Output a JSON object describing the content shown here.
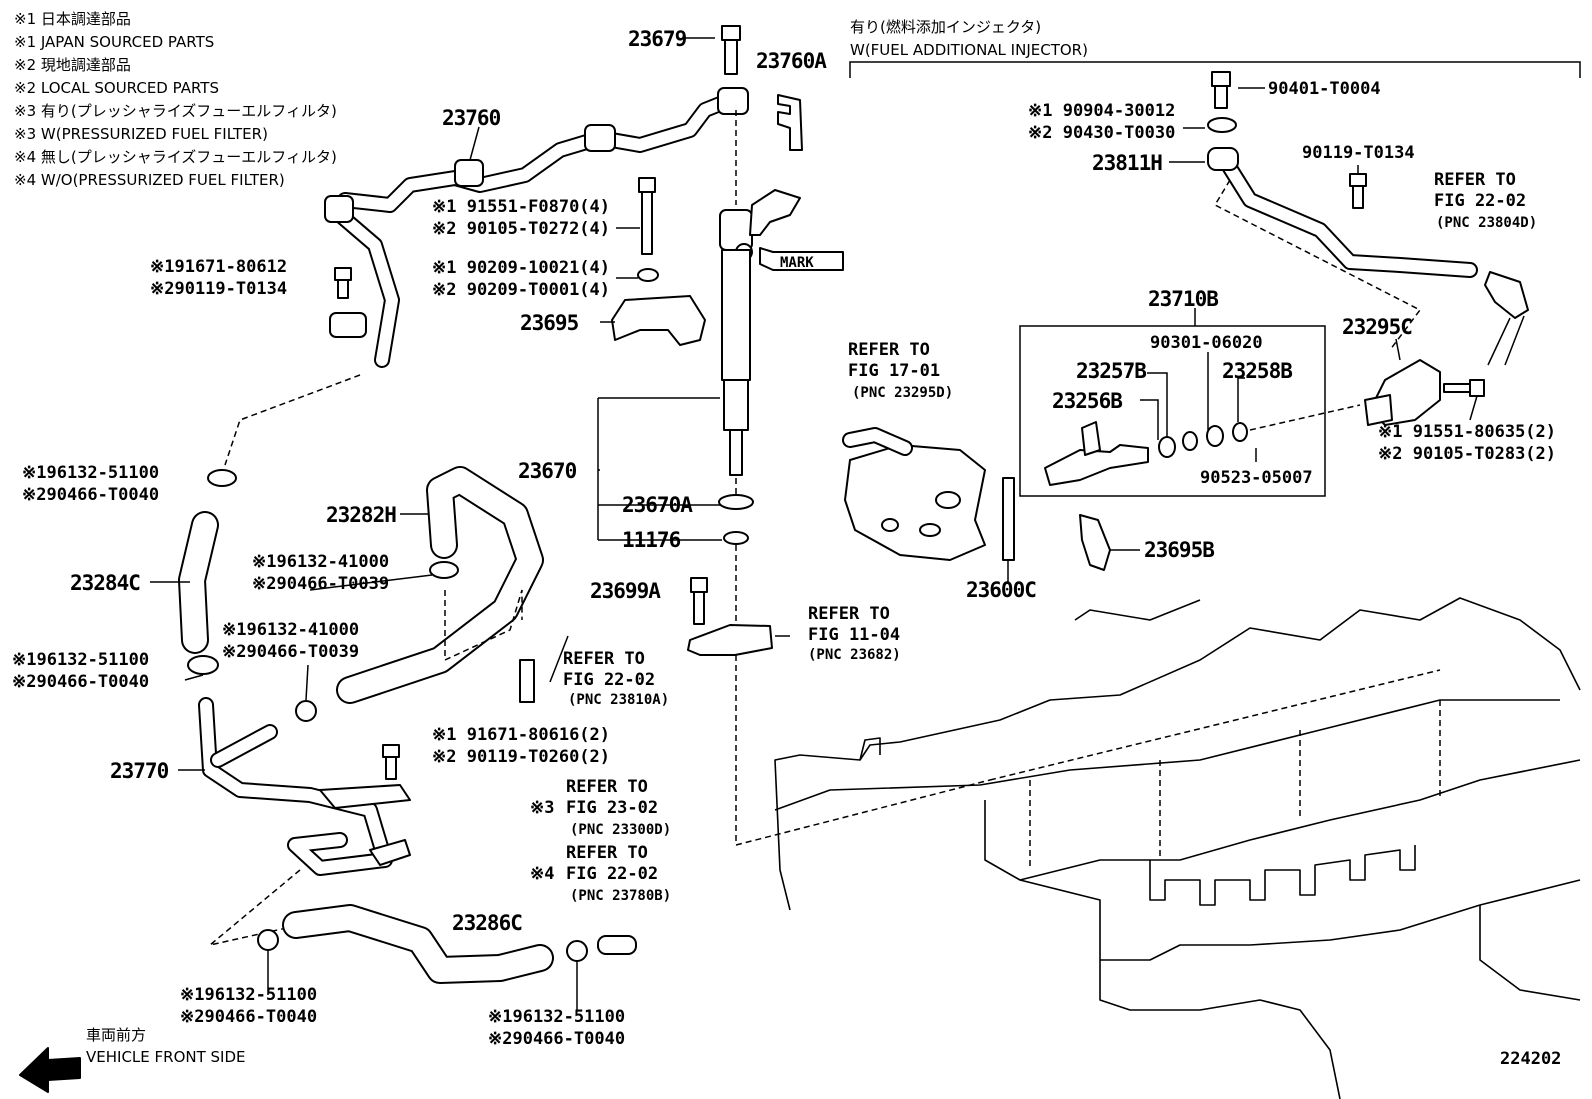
{
  "notes": [
    "※1  日本調達部品",
    "※1  JAPAN SOURCED PARTS",
    "※2  現地調達部品",
    "※2  LOCAL SOURCED PARTS",
    "※3  有り(プレッシャライズフューエルフィルタ)",
    "※3  W(PRESSURIZED FUEL FILTER)",
    "※4  無し(プレッシャライズフューエルフィルタ)",
    "※4  W/O(PRESSURIZED FUEL FILTER)"
  ],
  "fuel_injector_header": {
    "jp": "有り(燃料添加インジェクタ)",
    "en": "W(FUEL ADDITIONAL INJECTOR)"
  },
  "labels": {
    "p23679": "23679",
    "p23760A": "23760A",
    "p23760": "23760",
    "bolt_a1": "※1 91551-F0870(4)",
    "bolt_a2": "※2 90105-T0272(4)",
    "wash_a1": "※1 90209-10021(4)",
    "wash_a2": "※2 90209-T0001(4)",
    "mark": "MARK",
    "p23695": "23695",
    "bolt_b1": "※191671-80612",
    "bolt_b2": "※290119-T0134",
    "p23670": "23670",
    "p23670A": "23670A",
    "p11176": "11176",
    "p23699A": "23699A",
    "clamp_a1": "※196132-51100",
    "clamp_a2": "※290466-T0040",
    "p23282H": "23282H",
    "clamp_b1": "※196132-41000",
    "clamp_b2": "※290466-T0039",
    "p23284C": "23284C",
    "clamp_c1": "※196132-41000",
    "clamp_c2": "※290466-T0039",
    "clamp_d1": "※196132-51100",
    "clamp_d2": "※290466-T0040",
    "p23770": "23770",
    "bolt_c1": "※1 91671-80616(2)",
    "bolt_c2": "※2 90119-T0260(2)",
    "p23286C": "23286C",
    "clamp_e1": "※196132-51100",
    "clamp_e2": "※290466-T0040",
    "clamp_f1": "※196132-51100",
    "clamp_f2": "※290466-T0040",
    "ref_2202a_1": "REFER TO",
    "ref_2202a_2": "FIG 22-02",
    "ref_2202a_3": "(PNC 23810A)",
    "ref_1104_1": "REFER TO",
    "ref_1104_2": "FIG 11-04",
    "ref_1104_3": "(PNC 23682)",
    "ref_2302_1": "REFER TO",
    "ref_2302_mark": "※3",
    "ref_2302_2": "FIG 23-02",
    "ref_2302_3": "(PNC 23300D)",
    "ref_2202b_1": "REFER TO",
    "ref_2202b_mark": "※4",
    "ref_2202b_2": "FIG 22-02",
    "ref_2202b_3": "(PNC 23780B)",
    "ref_1701_1": "REFER TO",
    "ref_1701_2": "FIG 17-01",
    "ref_1701_3": "(PNC 23295D)",
    "p90401": "90401-T0004",
    "wash_c1": "※1 90904-30012",
    "wash_c2": "※2 90430-T0030",
    "p23811H": "23811H",
    "p90119_T0134": "90119-T0134",
    "ref_2202c_1": "REFER TO",
    "ref_2202c_2": "FIG 22-02",
    "ref_2202c_3": "(PNC 23804D)",
    "p23710B": "23710B",
    "p90301": "90301-06020",
    "p23257B": "23257B",
    "p23258B": "23258B",
    "p23256B": "23256B",
    "p90523": "90523-05007",
    "p23295C": "23295C",
    "bolt_d1": "※1 91551-80635(2)",
    "bolt_d2": "※2 90105-T0283(2)",
    "p23600C": "23600C",
    "p23695B": "23695B",
    "front_jp": "車両前方",
    "front_en": "VEHICLE FRONT SIDE",
    "fig_no": "224202"
  }
}
